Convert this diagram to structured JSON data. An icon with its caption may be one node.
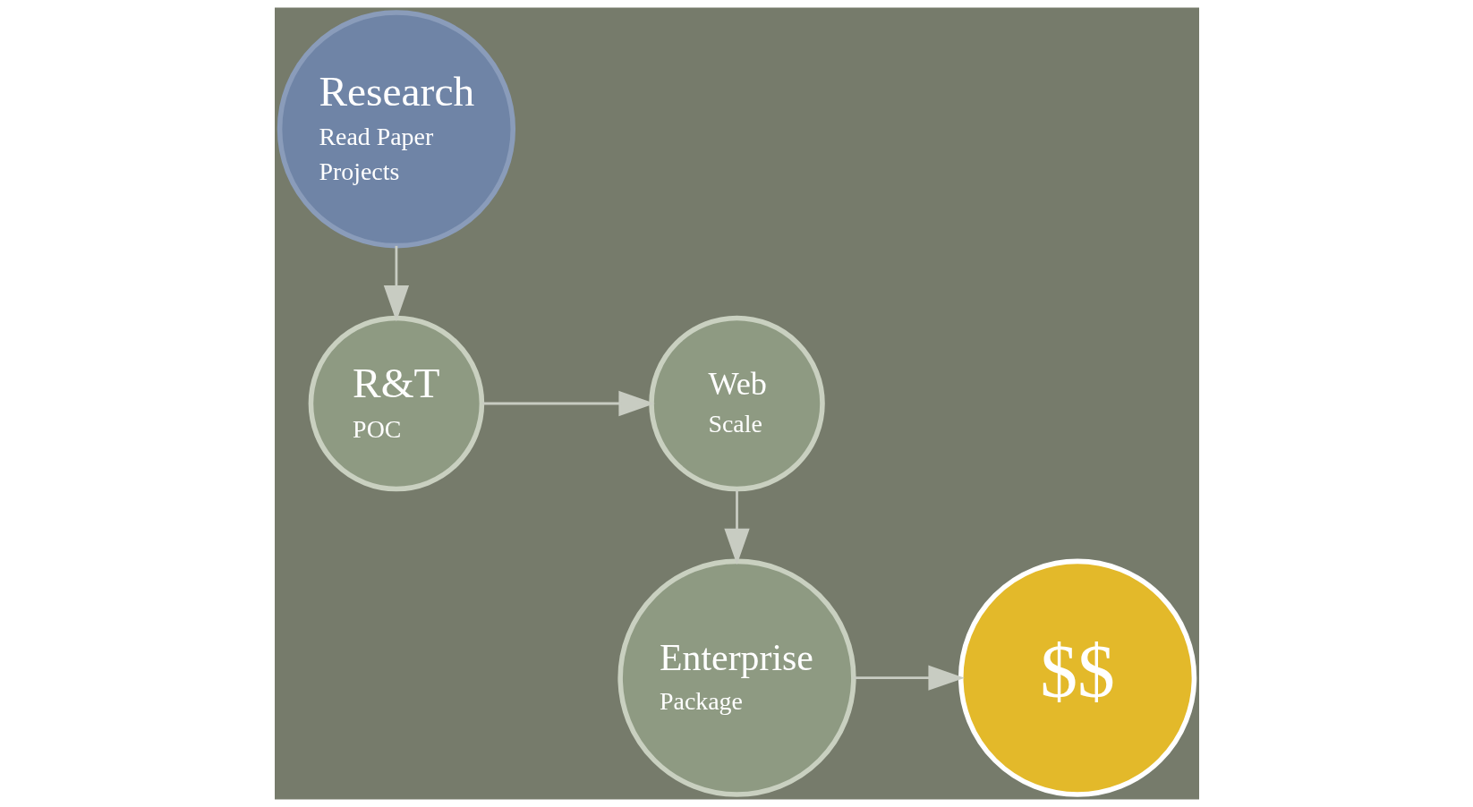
{
  "diagram": {
    "nodes": [
      {
        "text": [
          "Research",
          "Read Paper",
          "Projects"
        ]
      },
      {
        "text": [
          "R&T",
          "POC"
        ]
      },
      {
        "text": [
          "Web",
          "Scale"
        ]
      },
      {
        "text": [
          "Enterprise",
          "Package"
        ]
      },
      {
        "text": [
          "$$"
        ]
      }
    ],
    "edges": [
      {
        "from": 0,
        "to": 1,
        "arrow": "to"
      },
      {
        "from": 1,
        "to": 2,
        "arrow": "to"
      },
      {
        "from": 2,
        "to": 3,
        "arrow": "to"
      },
      {
        "from": 3,
        "to": 4,
        "arrow": "to"
      }
    ]
  }
}
